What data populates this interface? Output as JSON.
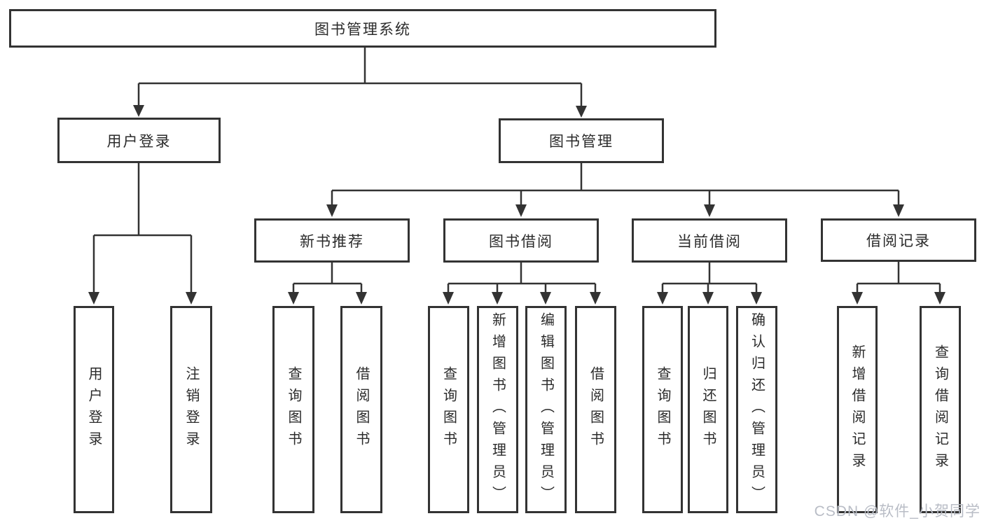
{
  "diagram": {
    "root": {
      "label": "图书管理系统"
    },
    "level2": [
      {
        "label": "用户登录",
        "children": [
          "用户登录",
          "注销登录"
        ]
      },
      {
        "label": "图书管理"
      }
    ],
    "level3": [
      {
        "label": "新书推荐",
        "children": [
          "查询图书",
          "借阅图书"
        ]
      },
      {
        "label": "图书借阅",
        "children": [
          "查询图书",
          "新增图书（管理员）",
          "编辑图书（管理员）",
          "借阅图书"
        ]
      },
      {
        "label": "当前借阅",
        "children": [
          "查询图书",
          "归还图书",
          "确认归还（管理员）"
        ]
      },
      {
        "label": "借阅记录",
        "children": [
          "新增借阅记录",
          "查询借阅记录"
        ]
      }
    ]
  },
  "watermark": "CSDN @软件_小贺同学",
  "colors": {
    "line": "#333333",
    "text": "#2b2b2b",
    "background": "#ffffff",
    "watermark": "#b9bdc6"
  }
}
